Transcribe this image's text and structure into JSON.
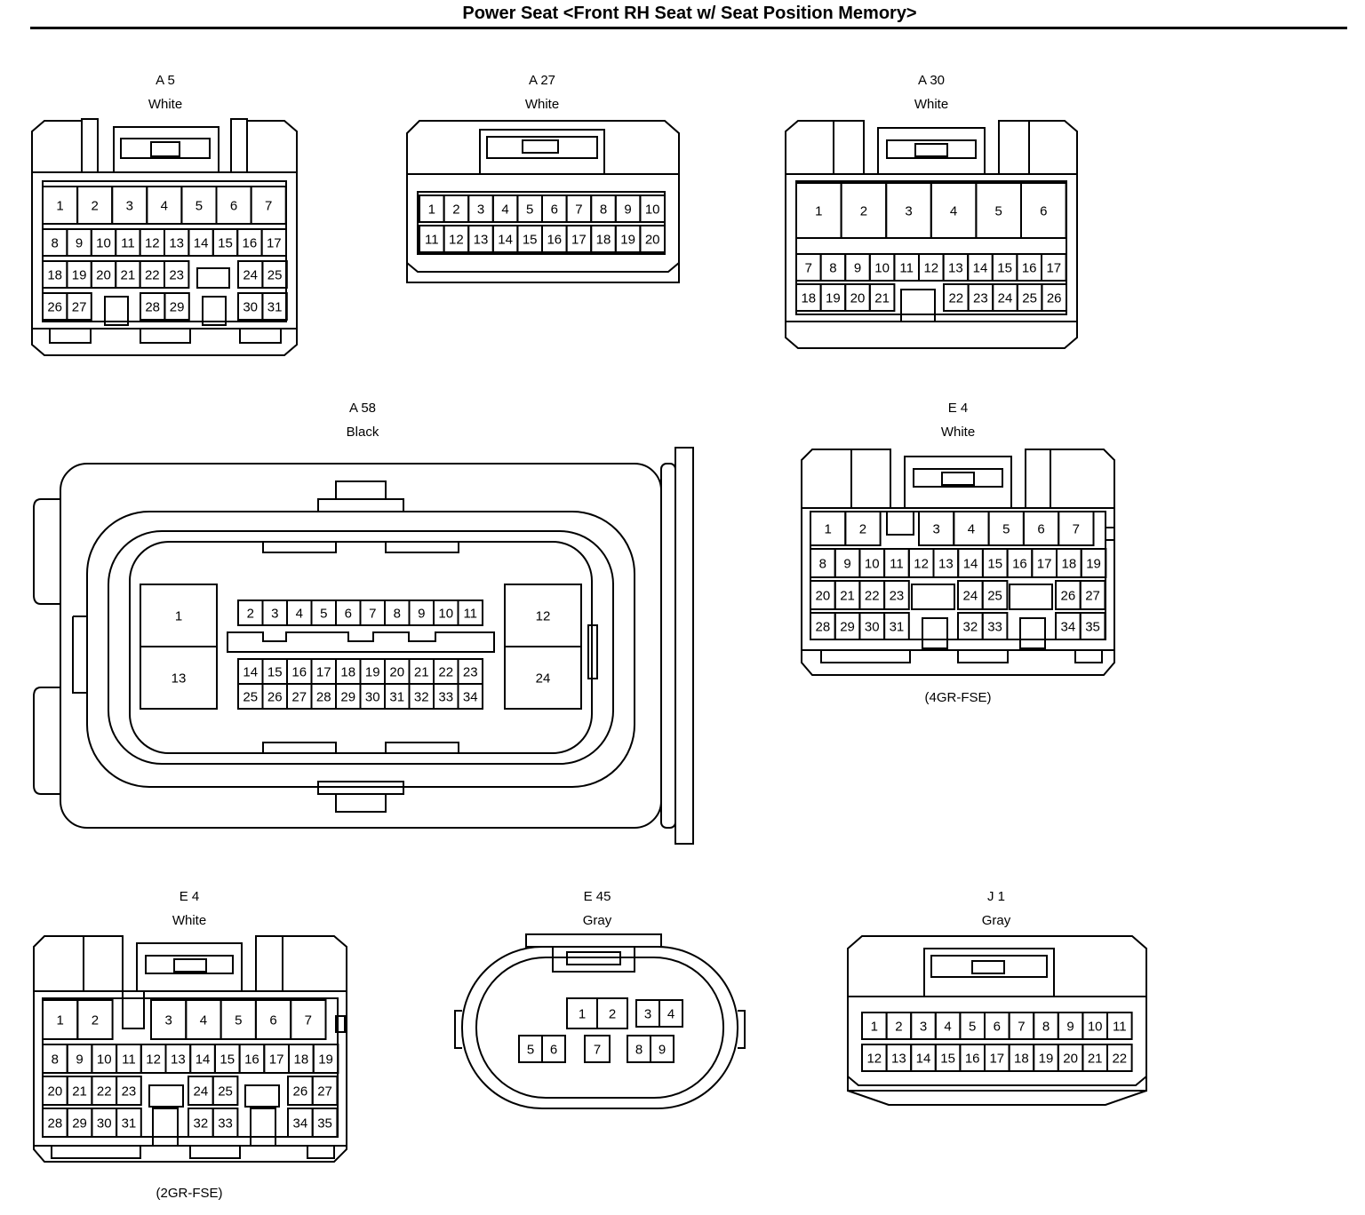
{
  "title": "Power Seat <Front RH Seat w/ Seat Position Memory>",
  "connectors": [
    {
      "id": "a5",
      "code": "A 5",
      "color": "White",
      "note": "",
      "pins": [
        [
          "1",
          "2",
          "3",
          "4",
          "5",
          "6",
          "7"
        ],
        [
          "8",
          "9",
          "10",
          "11",
          "12",
          "13",
          "14",
          "15",
          "16",
          "17"
        ],
        [
          "18",
          "19",
          "20",
          "21",
          "22",
          "23",
          "24",
          "25"
        ],
        [
          "26",
          "27",
          "28",
          "29",
          "30",
          "31"
        ]
      ]
    },
    {
      "id": "a27",
      "code": "A 27",
      "color": "White",
      "note": "",
      "pins": [
        [
          "1",
          "2",
          "3",
          "4",
          "5",
          "6",
          "7",
          "8",
          "9",
          "10"
        ],
        [
          "11",
          "12",
          "13",
          "14",
          "15",
          "16",
          "17",
          "18",
          "19",
          "20"
        ]
      ]
    },
    {
      "id": "a30",
      "code": "A 30",
      "color": "White",
      "note": "",
      "pins": [
        [
          "1",
          "2",
          "3",
          "4",
          "5",
          "6"
        ],
        [
          "7",
          "8",
          "9",
          "10",
          "11",
          "12",
          "13",
          "14",
          "15",
          "16",
          "17"
        ],
        [
          "18",
          "19",
          "20",
          "21",
          "22",
          "23",
          "24",
          "25",
          "26"
        ]
      ]
    },
    {
      "id": "a58",
      "code": "A 58",
      "color": "Black",
      "note": "",
      "pins": [
        [
          "1",
          "13"
        ],
        [
          "2",
          "3",
          "4",
          "5",
          "6",
          "7",
          "8",
          "9",
          "10",
          "11"
        ],
        [
          "14",
          "15",
          "16",
          "17",
          "18",
          "19",
          "20",
          "21",
          "22",
          "23"
        ],
        [
          "25",
          "26",
          "27",
          "28",
          "29",
          "30",
          "31",
          "32",
          "33",
          "34"
        ],
        [
          "12",
          "24"
        ]
      ]
    },
    {
      "id": "e4a",
      "code": "E 4",
      "color": "White",
      "note": "(4GR-FSE)",
      "pins": [
        [
          "1",
          "2",
          "3",
          "4",
          "5",
          "6",
          "7"
        ],
        [
          "8",
          "9",
          "10",
          "11",
          "12",
          "13",
          "14",
          "15",
          "16",
          "17",
          "18",
          "19"
        ],
        [
          "20",
          "21",
          "22",
          "23",
          "24",
          "25",
          "26",
          "27"
        ],
        [
          "28",
          "29",
          "30",
          "31",
          "32",
          "33",
          "34",
          "35"
        ]
      ]
    },
    {
      "id": "e4b",
      "code": "E 4",
      "color": "White",
      "note": "(2GR-FSE)",
      "pins": [
        [
          "1",
          "2",
          "3",
          "4",
          "5",
          "6",
          "7"
        ],
        [
          "8",
          "9",
          "10",
          "11",
          "12",
          "13",
          "14",
          "15",
          "16",
          "17",
          "18",
          "19"
        ],
        [
          "20",
          "21",
          "22",
          "23",
          "24",
          "25",
          "26",
          "27"
        ],
        [
          "28",
          "29",
          "30",
          "31",
          "32",
          "33",
          "34",
          "35"
        ]
      ]
    },
    {
      "id": "e45",
      "code": "E 45",
      "color": "Gray",
      "note": "",
      "pins": [
        [
          "1",
          "2",
          "3",
          "4"
        ],
        [
          "5",
          "6",
          "7",
          "8",
          "9"
        ]
      ]
    },
    {
      "id": "j1",
      "code": "J 1",
      "color": "Gray",
      "note": "",
      "pins": [
        [
          "1",
          "2",
          "3",
          "4",
          "5",
          "6",
          "7",
          "8",
          "9",
          "10",
          "11"
        ],
        [
          "12",
          "13",
          "14",
          "15",
          "16",
          "17",
          "18",
          "19",
          "20",
          "21",
          "22"
        ]
      ]
    }
  ]
}
